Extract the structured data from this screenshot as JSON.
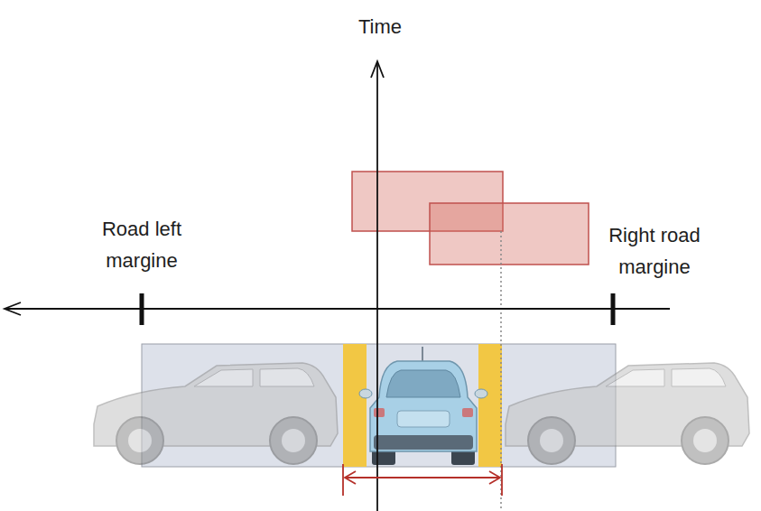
{
  "diagram": {
    "labels": [
      "Time",
      "Road left margine",
      "Right road margine"
    ]
  }
}
